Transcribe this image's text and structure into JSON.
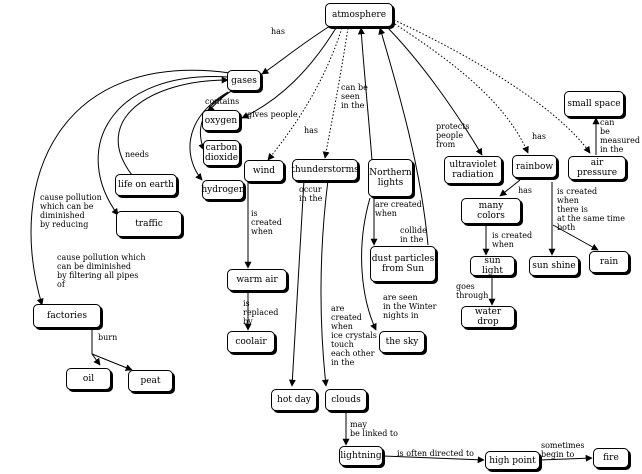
{
  "nodes": {
    "atmosphere": "atmosphere",
    "gases": "gases",
    "oxygen": "oxygen",
    "carbon_dioxide": "carbon\ndioxide",
    "hydrogen": "hydrogen",
    "life_on_earth": "life on earth",
    "traffic": "traffic",
    "factories": "factories",
    "oil": "oil",
    "peat": "peat",
    "wind": "wind",
    "warm_air": "warm air",
    "cool_air": "coolair",
    "thunderstorms": "thunderstorms",
    "hot_day": "hot day",
    "clouds": "clouds",
    "lightning": "lightning",
    "high_point": "high point",
    "fire": "fire",
    "northern_lights": "Northern\nlights",
    "dust_particles": "dust particles\nfrom Sun",
    "the_sky": "the sky",
    "ultraviolet_radiation": "ultraviolet\nradiation",
    "rainbow": "rainbow",
    "many_colors": "many colors",
    "sun_light": "sun light",
    "water_drop": "water drop",
    "sun_shine": "sun shine",
    "rain": "rain",
    "air_pressure": "air pressure",
    "small_space": "small space"
  },
  "links": {
    "has_gases": "has",
    "contains": "contains",
    "gives_people": "gives people",
    "needs": "needs",
    "cause_traffic": "cause pollution\nwhich can be\ndiminished\nby reducing",
    "cause_factories": "cause pollution which\ncan be diminished\nby filtering all pipes\nof",
    "burn": "burn",
    "has_wind": "has",
    "is_created_when_wind": "is\ncreated\nwhen",
    "is_replaced_by": "is\nreplaced\nby",
    "occur_in_the": "occur\nin the",
    "are_created_when_clouds": "are\ncreated\nwhen\nice crystals\ntouch\neach other\nin the",
    "may_be_linked_to": "may\nbe linked to",
    "is_often_directed_to": "is often directed to",
    "sometimes_begin_to": "sometimes\nbegin to",
    "can_be_seen_in_the": "can be\nseen\nin the",
    "are_created_when_nl": "are created\nwhen",
    "collide_in_the": "collide\nin the",
    "are_seen_in": "are seen\nin the Winter\nnights in",
    "protects_people_from": "protects\npeople\nfrom",
    "has_rainbow": "has",
    "has_colors": "has",
    "is_created_when_sun": "is created\nwhen",
    "goes_through": "goes\nthrough",
    "is_created_when_rain": "is created\nwhen\nthere is\nat the same time\nboth",
    "can_be_measured": "can\nbe\nmeasured\nin the"
  }
}
